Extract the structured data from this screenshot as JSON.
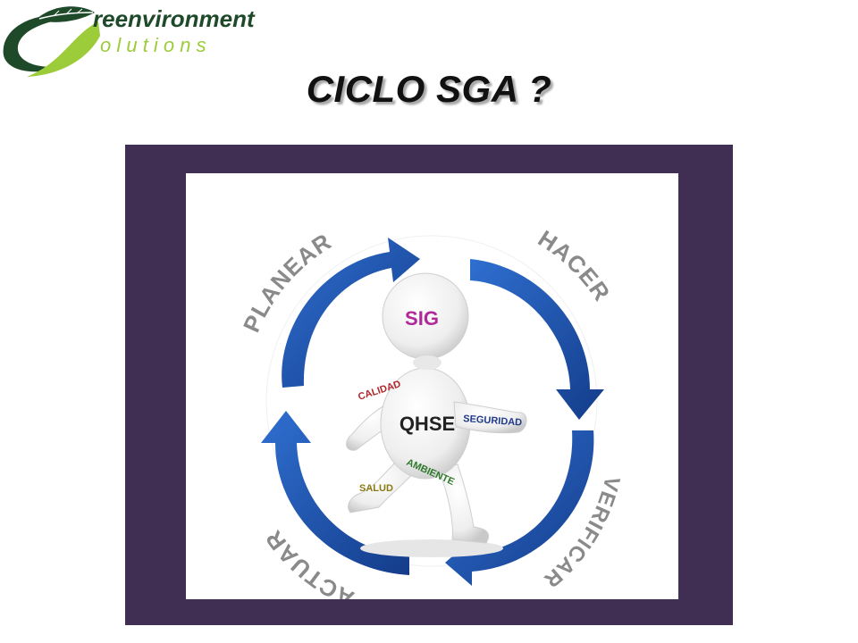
{
  "logo": {
    "line1": "reenvironment",
    "line2": "o l u t i o n s"
  },
  "title": "CICLO SGA ?",
  "cycle": {
    "steps": [
      "PLANEAR",
      "HACER",
      "VERIFICAR",
      "ACTUAR"
    ],
    "center": {
      "head": "SIG",
      "body": "QHSE",
      "labels": {
        "calidad": "CALIDAD",
        "seguridad": "SEGURIDAD",
        "ambiente": "AMBIENTE",
        "salud": "SALUD"
      }
    }
  },
  "colors": {
    "frame": "#402f52",
    "arrow": "#1f4fa8",
    "logo_dark": "#1f4a2a",
    "logo_light": "#9ccc3a",
    "sig": "#b0289a",
    "calidad": "#b3262c",
    "seguridad": "#1f3a8a",
    "ambiente": "#2f7a2a",
    "salud": "#8a7a12"
  }
}
